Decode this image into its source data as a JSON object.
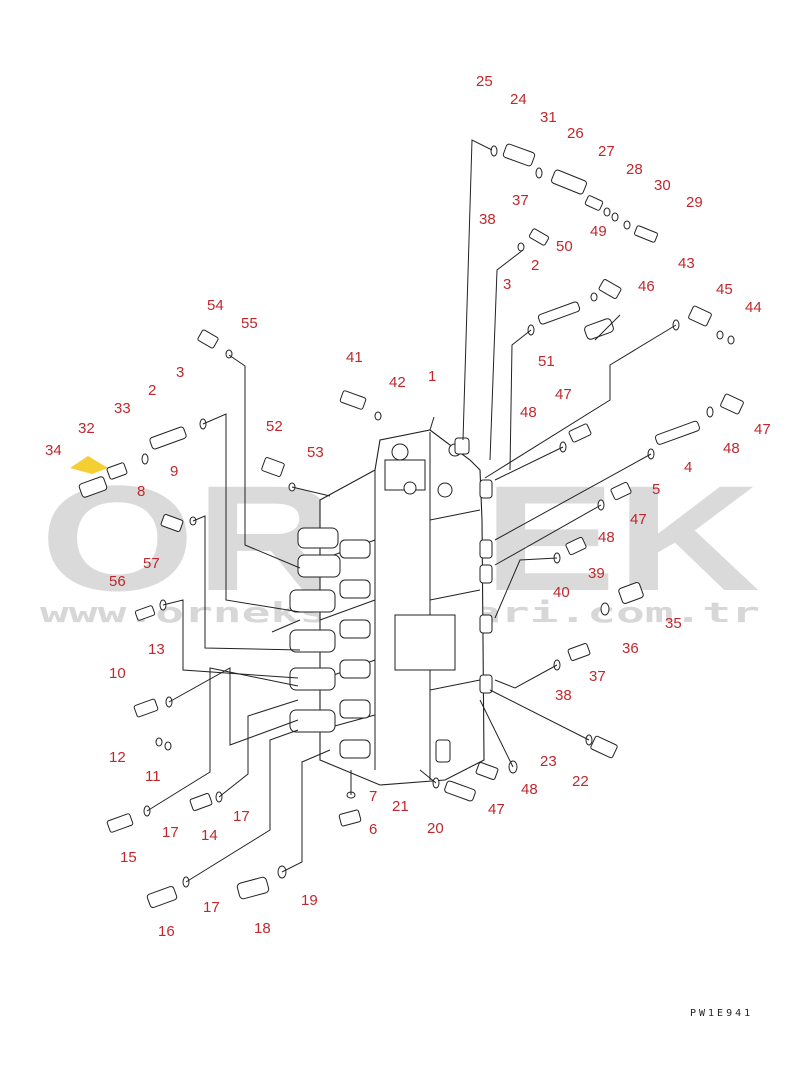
{
  "watermark": {
    "brand": "ORNEK",
    "url": "www.orneksatislari.com.tr",
    "colors": {
      "brand": "#bdbdbd",
      "accent": "#f2c200"
    }
  },
  "drawing_code": "PW1E941",
  "callout_color": "#c0282d",
  "callouts": [
    "25",
    "24",
    "31",
    "26",
    "27",
    "28",
    "30",
    "29",
    "37",
    "38",
    "2",
    "50",
    "49",
    "3",
    "43",
    "46",
    "45",
    "44",
    "54",
    "55",
    "51",
    "41",
    "42",
    "1",
    "2",
    "3",
    "33",
    "32",
    "34",
    "9",
    "8",
    "52",
    "53",
    "47",
    "48",
    "47",
    "48",
    "4",
    "5",
    "47",
    "48",
    "39",
    "57",
    "56",
    "40",
    "35",
    "13",
    "36",
    "37",
    "10",
    "38",
    "12",
    "11",
    "23",
    "22",
    "21",
    "7",
    "48",
    "47",
    "6",
    "17",
    "14",
    "17",
    "15",
    "20",
    "17",
    "16",
    "18",
    "19"
  ]
}
